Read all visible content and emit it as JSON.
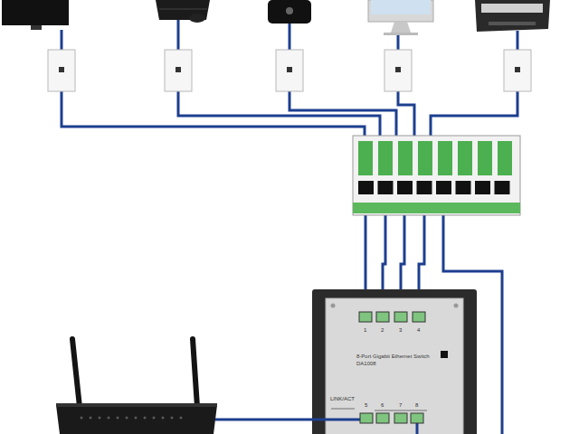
{
  "diagram": {
    "nodes": [
      {
        "text": [
          "8-Port Gigabit Ethernet Switch",
          "DA1008"
        ]
      }
    ],
    "labels": [
      "1",
      "2",
      "3",
      "4",
      "LINK/ACT",
      "5",
      "6",
      "7",
      "8"
    ]
  }
}
